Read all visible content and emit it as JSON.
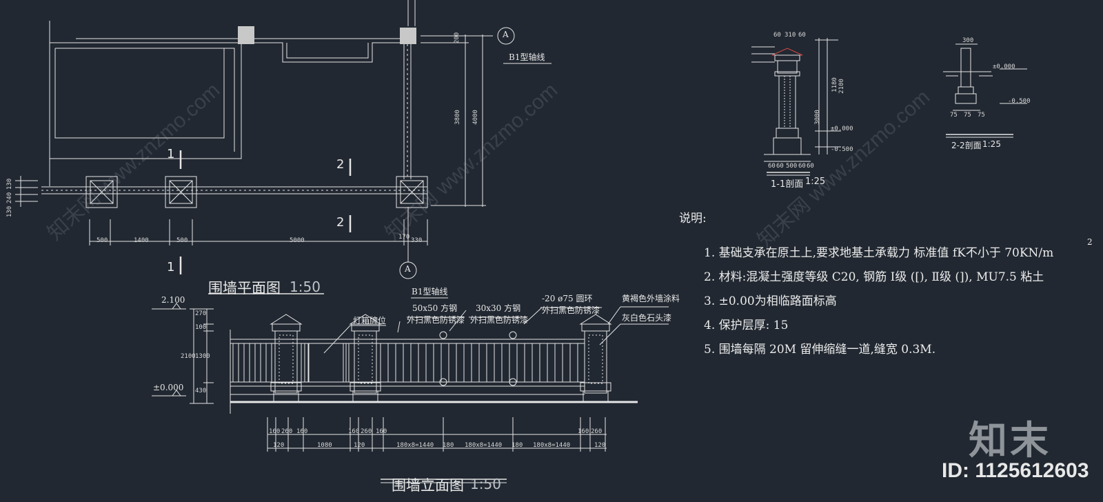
{
  "plan": {
    "title": "围墙平面图",
    "scale": "1:50",
    "axis_label": "B1型轴线",
    "axis_bubble": "A",
    "section_marks": [
      "1",
      "2",
      "2",
      "1"
    ],
    "dims_bottom": [
      "500",
      "1400",
      "500",
      "5000",
      "170",
      "330"
    ],
    "dims_right": [
      "200",
      "3800",
      "4000"
    ],
    "dims_left": [
      "130",
      "240",
      "130"
    ]
  },
  "elevation": {
    "title": "围墙立面图",
    "scale": "1:50",
    "level_top": "2.100",
    "level_zero": "±0.000",
    "axis_label": "B1型轴线",
    "axis_bubble": "A",
    "labels": {
      "lamp": "灯箱牌位",
      "steel50": "50x50  方钢",
      "paint1": "外扫黑色防锈漆",
      "steel30": "30x30  方钢",
      "paint2": "外扫黑色防锈漆",
      "ring": "-20 ø75 圆环",
      "paint3": "外扫黑色防锈漆",
      "yellow": "黄褐色外墙涂料",
      "grey": "灰白色石头漆"
    },
    "dims_left": [
      "270",
      "100",
      "1300",
      "430",
      "2100"
    ],
    "dims_bottom_1": [
      "160",
      "260",
      "160",
      "160",
      "260",
      "160",
      "160",
      "260"
    ],
    "dims_bottom_2": [
      "120",
      "1080",
      "120",
      "180x8=1440",
      "180",
      "180x8=1440",
      "180",
      "180x8=1440",
      "120"
    ]
  },
  "section11": {
    "title": "1-1剖面",
    "scale": "1:25",
    "dims": [
      "60",
      "310",
      "60",
      "1180",
      "2100",
      "3000",
      "±0.000",
      "-0.500",
      "60",
      "60",
      "500",
      "60",
      "60"
    ]
  },
  "section22": {
    "title": "2-2剖面",
    "scale": "1:25",
    "dims": [
      "300",
      "±0.000",
      "-0.500",
      "75",
      "75",
      "75"
    ]
  },
  "notes": {
    "heading": "说明:",
    "items": [
      "1. 基础支承在原土上,要求地基土承载力   标准值 fK不小于 70KN/m",
      "2. 材料:混凝土强度等级  C20, 钢筋 Ⅰ级 ([),  Ⅱ级 (]),  MU7.5  粘土",
      "3. ±0.00为相临路面标高",
      "4. 保护层厚: 15",
      "5. 围墙每隔 20M 留伸缩缝一道,缝宽  0.3M."
    ],
    "superscript": "2"
  },
  "watermark": {
    "logo": "知末",
    "id": "ID: 1125612603",
    "repeat": "知末网 www.znzmo.com"
  },
  "colors": {
    "background": "#212831",
    "line": "#e6e6e6",
    "accent_red": "#d44a4a"
  }
}
